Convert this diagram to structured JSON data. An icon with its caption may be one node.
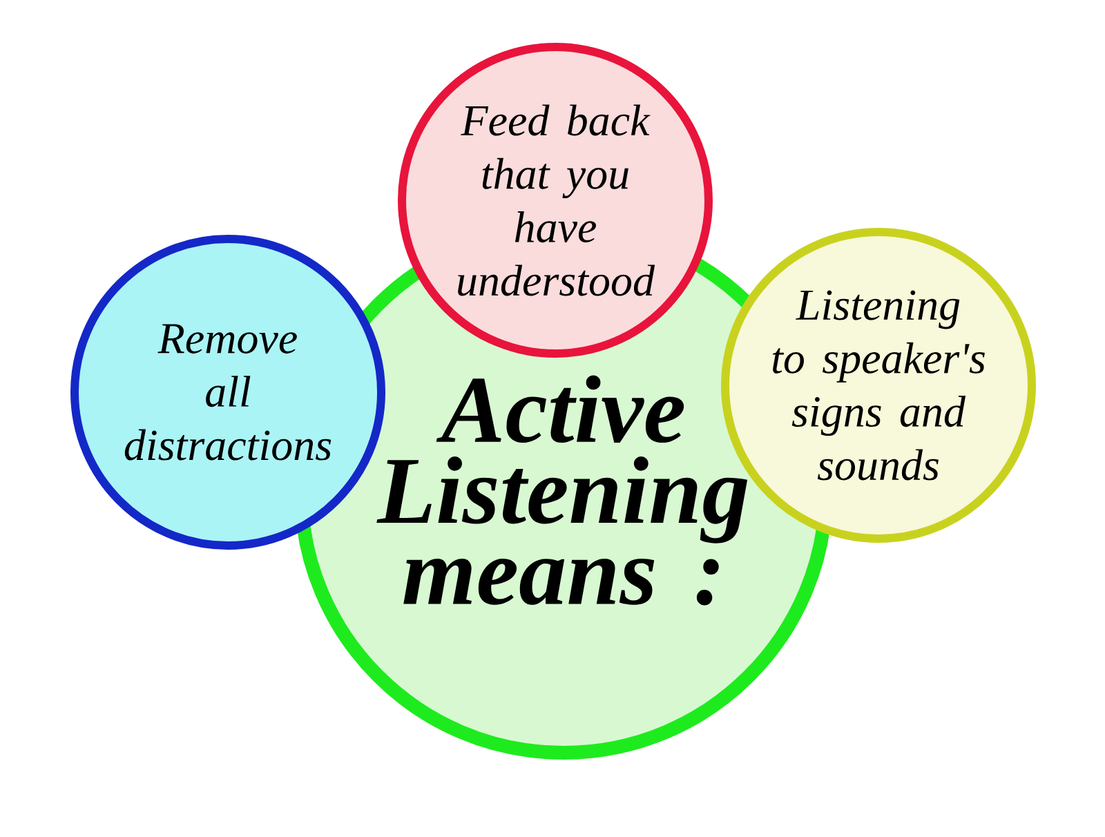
{
  "diagram": {
    "nodes": [
      {
        "text": [
          "Active Listening means :"
        ]
      },
      {
        "text": [
          "Feed back that you have understood"
        ]
      },
      {
        "text": [
          "Remove all distractions"
        ]
      },
      {
        "text": [
          "Listening to speaker's signs and sounds"
        ]
      }
    ]
  }
}
